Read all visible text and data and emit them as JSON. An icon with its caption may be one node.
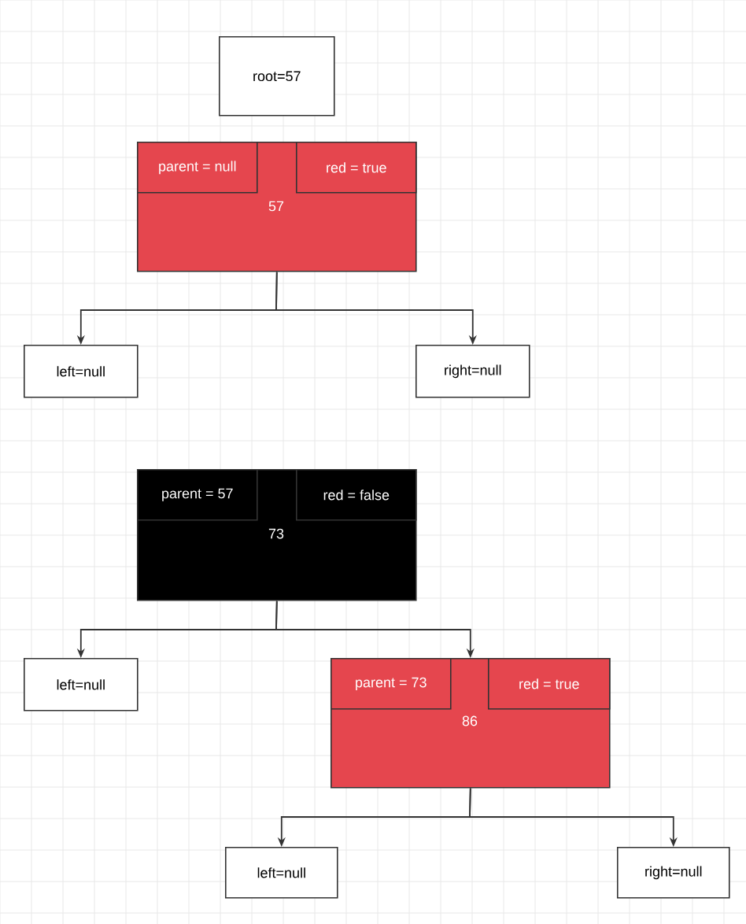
{
  "diagram": {
    "nodes": [
      {
        "text": [
          "root=57"
        ]
      },
      {
        "text": [
          "57"
        ]
      },
      {
        "text": [
          "parent = null"
        ],
        "in": 1
      },
      {
        "text": [
          "red = true"
        ],
        "in": 1
      },
      {
        "text": [
          "left=null"
        ]
      },
      {
        "text": [
          "right=null"
        ]
      },
      {
        "text": [
          "73"
        ]
      },
      {
        "text": [
          "parent = 57"
        ],
        "in": 6
      },
      {
        "text": [
          "red = false"
        ],
        "in": 6
      },
      {
        "text": [
          "left=null"
        ]
      },
      {
        "text": [
          "86"
        ]
      },
      {
        "text": [
          "parent = 73"
        ],
        "in": 10
      },
      {
        "text": [
          "red = true"
        ],
        "in": 10
      },
      {
        "text": [
          "left=null"
        ]
      },
      {
        "text": [
          "right=null"
        ]
      }
    ],
    "edges": [
      {
        "from": 1,
        "to": 4,
        "arrow": "to"
      },
      {
        "from": 1,
        "to": 5,
        "arrow": "to"
      },
      {
        "from": 6,
        "to": 9,
        "arrow": "to"
      },
      {
        "from": 6,
        "to": 10,
        "arrow": "to"
      },
      {
        "from": 10,
        "to": 13,
        "arrow": "to"
      },
      {
        "from": 10,
        "to": 14,
        "arrow": "to"
      }
    ]
  }
}
